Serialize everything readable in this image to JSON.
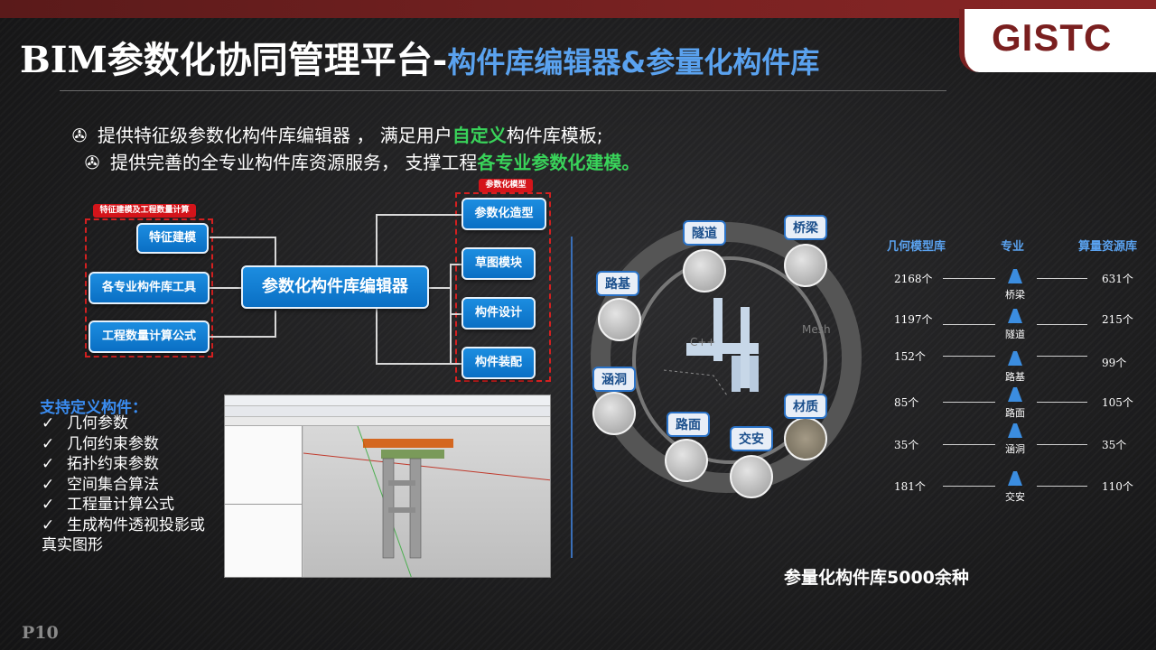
{
  "header": {
    "title_main": "BIM参数化协同管理平台-",
    "title_sub": "构件库编辑器&参量化构件库",
    "logo": "GISTC"
  },
  "bullets": [
    {
      "icon": "✇",
      "pre": "提供特征级参数化构件库编辑器 ， 满足用户",
      "highlight": "自定义",
      "post": "构件库模板;"
    },
    {
      "icon": "✇",
      "pre": "提供完善的全专业构件库资源服务， 支撑工程",
      "highlight": "各专业参数化建模。",
      "post": ""
    }
  ],
  "diagram": {
    "left_tag": "特征建模及工程数量计算",
    "right_tag": "参数化模型",
    "center": "参数化构件库编辑器",
    "left_items": [
      "特征建模",
      "各专业构件库工具",
      "工程数量计算公式"
    ],
    "right_items": [
      "参数化造型",
      "草图模块",
      "构件设计",
      "构件装配"
    ]
  },
  "features": {
    "title": "支持定义构件：",
    "check": "✓",
    "items": [
      "几何参数",
      "几何约束参数",
      "拓扑约束参数",
      "空间集合算法",
      "工程量计算公式",
      "生成构件透视投影或"
    ],
    "continuation": "真实图形"
  },
  "ring": {
    "labels": [
      "隧道",
      "桥梁",
      "路基",
      "涵洞",
      "路面",
      "交安",
      "材质"
    ],
    "faint": [
      "C++",
      "Mesh"
    ]
  },
  "library": {
    "headers": {
      "geometry": "几何模型库",
      "profession": "专业",
      "quantity": "算量资源库"
    },
    "rows": [
      {
        "geometry": "2168个",
        "profession": "桥梁",
        "quantity": "631个",
        "icon": "bridge-icon"
      },
      {
        "geometry": "1197个",
        "profession": "隧道",
        "quantity": "215个",
        "icon": "tunnel-icon"
      },
      {
        "geometry": "152个",
        "profession": "路基",
        "quantity": "99个",
        "icon": "subgrade-icon"
      },
      {
        "geometry": "85个",
        "profession": "路面",
        "quantity": "105个",
        "icon": "road-icon"
      },
      {
        "geometry": "35个",
        "profession": "涵洞",
        "quantity": "35个",
        "icon": "culvert-icon"
      },
      {
        "geometry": "181个",
        "profession": "交安",
        "quantity": "110个",
        "icon": "traffic-safety-icon"
      }
    ]
  },
  "summary": "参量化构件库5000余种",
  "page": "P10",
  "colors": {
    "accent_blue": "#5aa2ef",
    "highlight_green": "#39d35a",
    "tag_red": "#d4141a",
    "button_blue": "#0a6fc4"
  }
}
